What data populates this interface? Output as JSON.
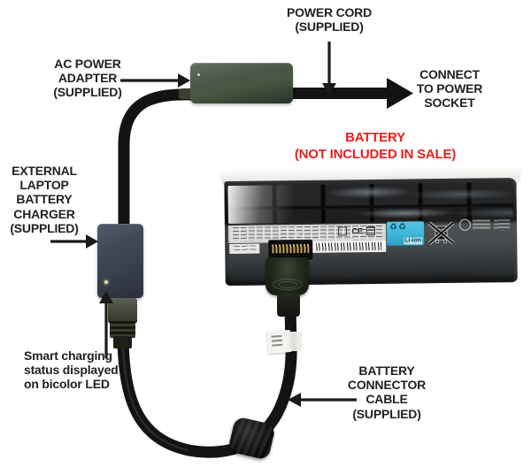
{
  "labels": {
    "power_cord": "POWER CORD\n(SUPPLIED)",
    "ac_power_adapter": "AC POWER\nADAPTER\n(SUPPLIED)",
    "connect_to_socket": "CONNECT\nTO POWER\nSOCKET",
    "battery_not_included": "BATTERY\n(NOT INCLUDED IN SALE)",
    "external_charger": "EXTERNAL\nLAPTOP\nBATTERY\nCHARGER\n(SUPPLIED)",
    "smart_charging_led": "Smart charging\nstatus displayed\non bicolor LED",
    "battery_connector_cable": "BATTERY\nCONNECTOR\nCABLE\n(SUPPLIED)"
  },
  "battery_markings": {
    "ce_mark": "CE",
    "li_ion": "Li-ion",
    "recycle_glyphs": "♻♻"
  },
  "colors": {
    "canvas-bg": "#ffffff",
    "annotation-ink": "#231f20",
    "warning-red": "#e8201e",
    "adapter-green": "#46543f",
    "charger-slate": "#3a4150",
    "cable-black": "#141414",
    "sticker-cyan": "#3cb5d8"
  }
}
